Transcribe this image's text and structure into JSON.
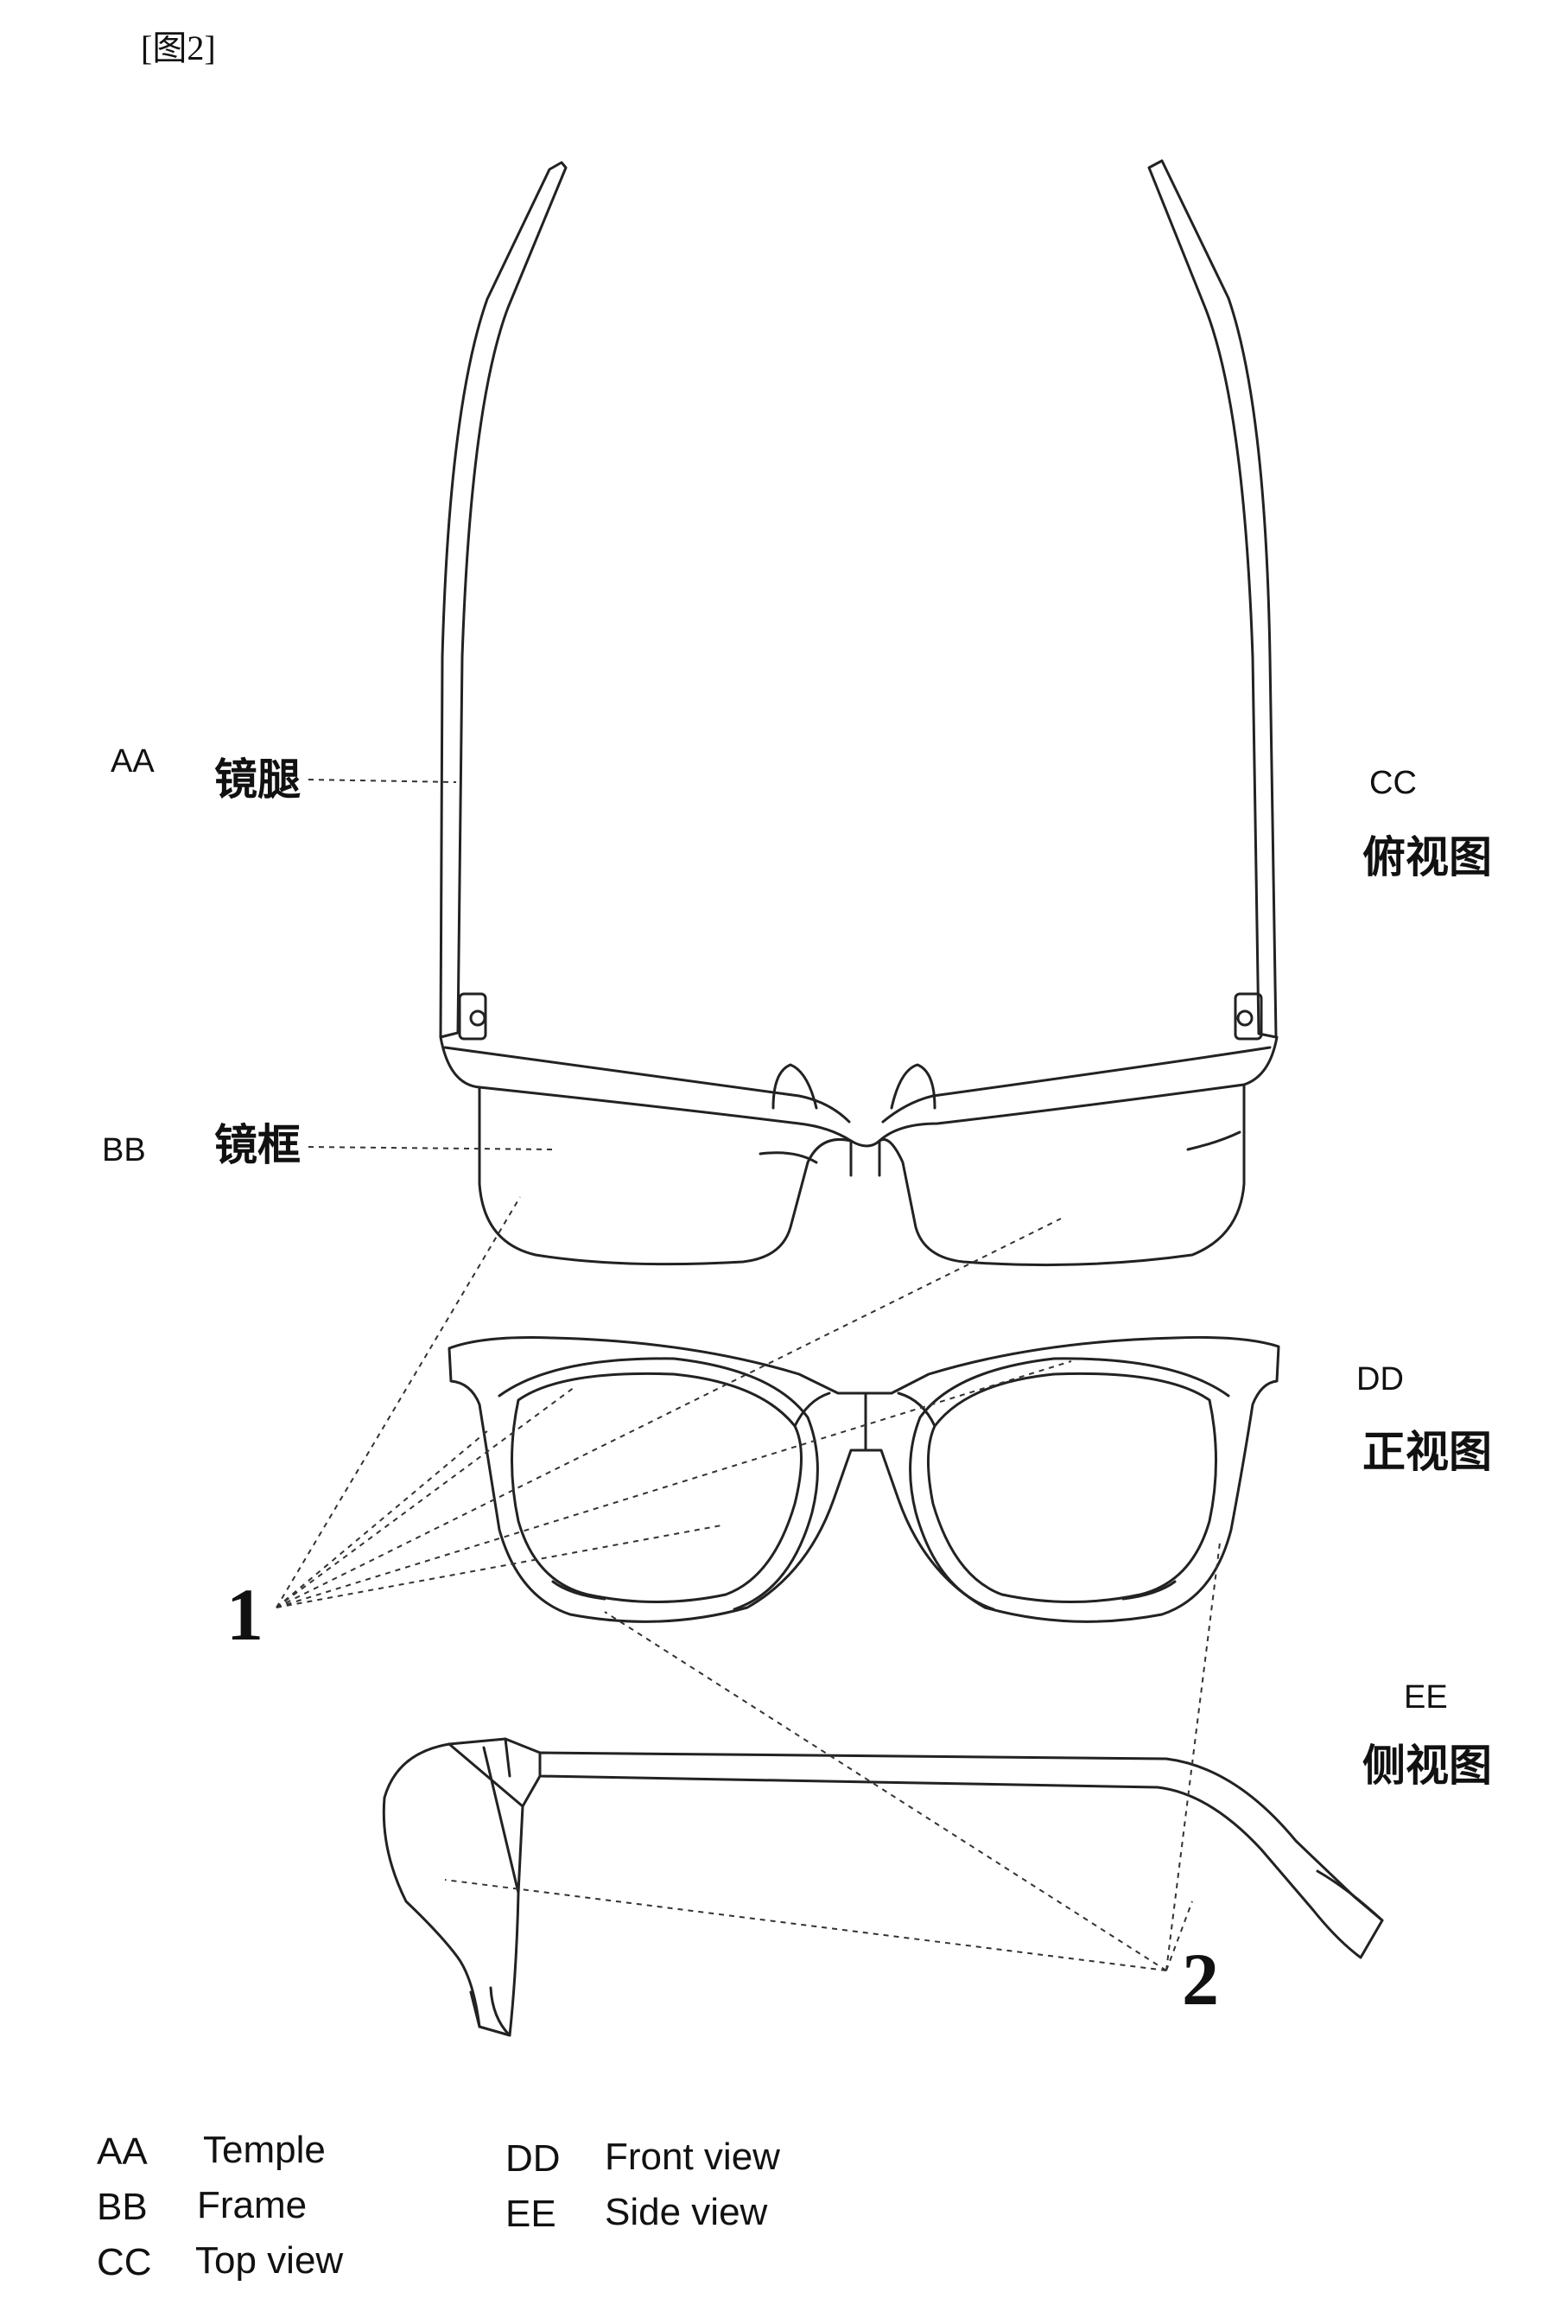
{
  "figure": {
    "title": "[图2]"
  },
  "labels": {
    "AA": {
      "code": "AA",
      "text": "镜腿"
    },
    "BB": {
      "code": "BB",
      "text": "镜框"
    },
    "CC": {
      "code": "CC",
      "text": "俯视图"
    },
    "DD": {
      "code": "DD",
      "text": "正视图"
    },
    "EE": {
      "code": "EE",
      "text": "侧视图"
    }
  },
  "reference_numerals": [
    "1",
    "2"
  ],
  "legend": [
    {
      "code": "AA",
      "text": "Temple"
    },
    {
      "code": "BB",
      "text": "Frame"
    },
    {
      "code": "CC",
      "text": "Top view"
    },
    {
      "code": "DD",
      "text": "Front view"
    },
    {
      "code": "EE",
      "text": "Side view"
    }
  ],
  "colors": {
    "line": "#222222",
    "background": "#ffffff"
  }
}
